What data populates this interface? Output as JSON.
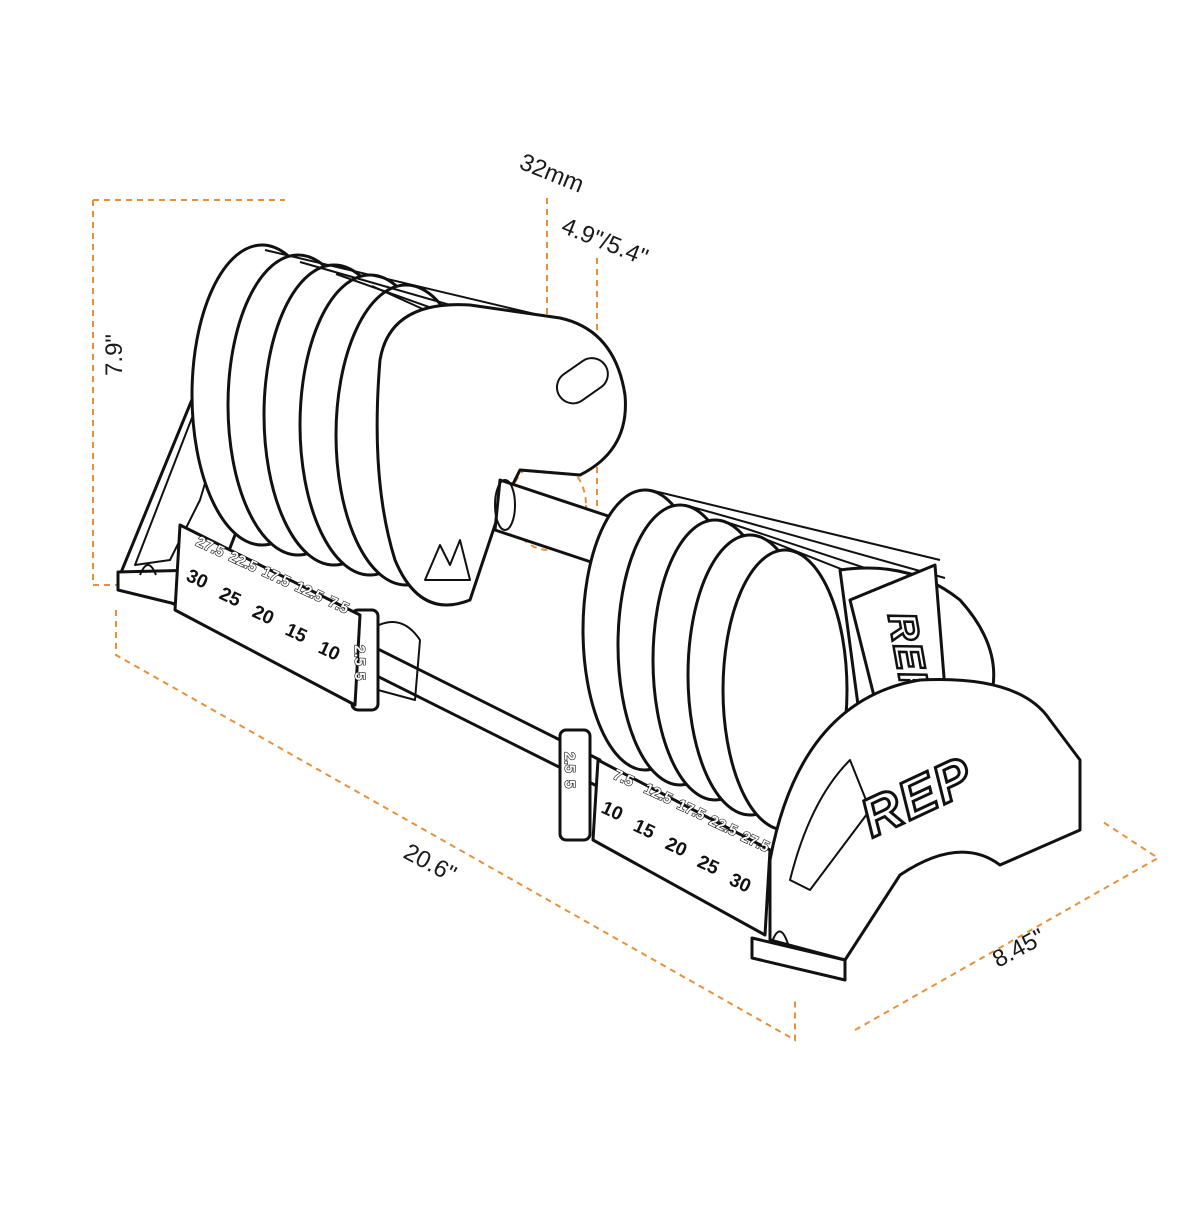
{
  "colors": {
    "accent": "#e8913a",
    "ink": "#111111",
    "background": "#ffffff"
  },
  "dimensions": {
    "height": "7.9\"",
    "handle_diameter": "32mm",
    "grip_length": "4.9\"/5.4\"",
    "length": "20.6\"",
    "width": "8.45\""
  },
  "brand": {
    "logo_cradle": "REP",
    "logo_side": "REP"
  },
  "weight_scale": {
    "left_upper": [
      "27.5",
      "22.5",
      "17.5",
      "12.5",
      "7.5"
    ],
    "left_lower": [
      "30",
      "25",
      "20",
      "15",
      "10"
    ],
    "left_collar": [
      "2.5",
      "5"
    ],
    "right_upper": [
      "7.5",
      "12.5",
      "17.5",
      "22.5",
      "27.5"
    ],
    "right_lower": [
      "10",
      "15",
      "20",
      "25",
      "30"
    ],
    "right_collar": [
      "2.5",
      "5"
    ]
  }
}
